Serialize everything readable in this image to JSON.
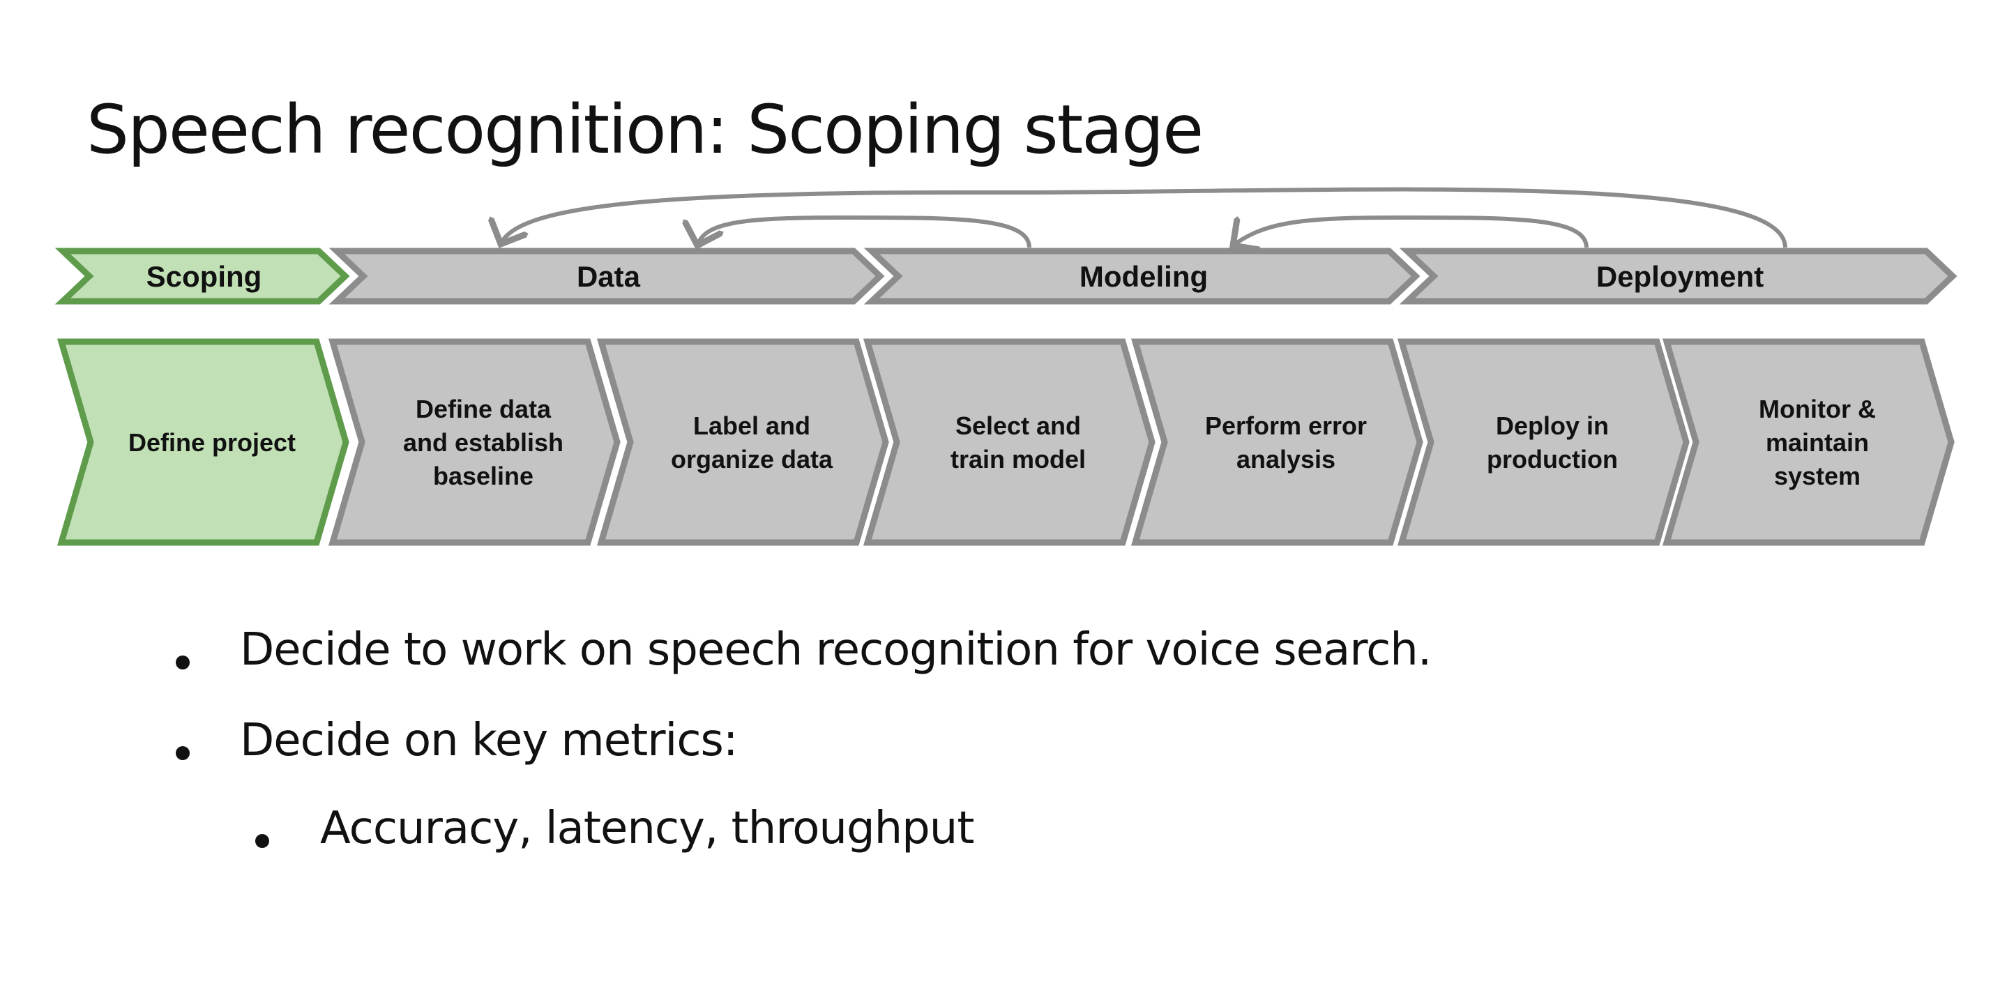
{
  "title": "Speech recognition: Scoping stage",
  "colors": {
    "active_fill": "#c2e0b6",
    "active_stroke": "#5e9c4c",
    "inactive_fill": "#c4c4c4",
    "inactive_stroke": "#8c8c8c",
    "arrow": "#8c8c8c"
  },
  "phases": [
    {
      "label": "Scoping",
      "active": true
    },
    {
      "label": "Data",
      "active": false
    },
    {
      "label": "Modeling",
      "active": false
    },
    {
      "label": "Deployment",
      "active": false
    }
  ],
  "steps": [
    {
      "lines": [
        "Define project"
      ],
      "phase": "Scoping",
      "active": true
    },
    {
      "lines": [
        "Define data",
        "and establish",
        "baseline"
      ],
      "phase": "Data",
      "active": false
    },
    {
      "lines": [
        "Label and",
        "organize data"
      ],
      "phase": "Data",
      "active": false
    },
    {
      "lines": [
        "Select and",
        "train model"
      ],
      "phase": "Modeling",
      "active": false
    },
    {
      "lines": [
        "Perform error",
        "analysis"
      ],
      "phase": "Modeling",
      "active": false
    },
    {
      "lines": [
        "Deploy in",
        "production"
      ],
      "phase": "Deployment",
      "active": false
    },
    {
      "lines": [
        "Monitor &",
        "maintain",
        "system"
      ],
      "phase": "Deployment",
      "active": false
    }
  ],
  "feedback_arrows": [
    {
      "from": "Deployment",
      "to": "Data"
    },
    {
      "from": "Modeling",
      "to": "Data"
    },
    {
      "from": "Deployment",
      "to": "Modeling"
    }
  ],
  "bullets": [
    {
      "text": "Decide to work on speech recognition for voice search.",
      "level": 1
    },
    {
      "text": "Decide on key metrics:",
      "level": 1
    },
    {
      "text": "Accuracy, latency, throughput",
      "level": 2
    }
  ]
}
